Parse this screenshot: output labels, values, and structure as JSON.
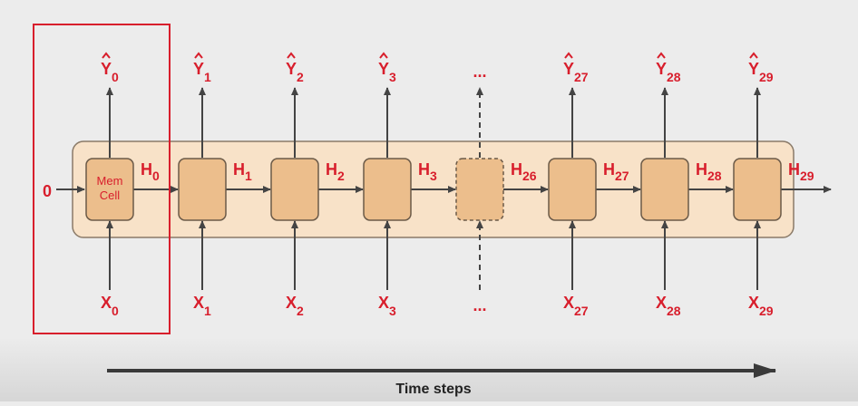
{
  "initial_state": "0",
  "cell_label": [
    "Mem",
    "Cell"
  ],
  "ellipsis": "...",
  "axis_label": "Time steps",
  "steps": [
    {
      "x": "X",
      "x_sub": "0",
      "y": "Y",
      "y_sub": "0",
      "h": "H",
      "h_sub": "0",
      "dashed": false
    },
    {
      "x": "X",
      "x_sub": "1",
      "y": "Y",
      "y_sub": "1",
      "h": "H",
      "h_sub": "1",
      "dashed": false
    },
    {
      "x": "X",
      "x_sub": "2",
      "y": "Y",
      "y_sub": "2",
      "h": "H",
      "h_sub": "2",
      "dashed": false
    },
    {
      "x": "X",
      "x_sub": "3",
      "y": "Y",
      "y_sub": "3",
      "h": "H",
      "h_sub": "3",
      "dashed": false
    },
    {
      "x": "...",
      "x_sub": "",
      "y": "...",
      "y_sub": "",
      "h": "H",
      "h_sub": "26",
      "dashed": true
    },
    {
      "x": "X",
      "x_sub": "27",
      "y": "Y",
      "y_sub": "27",
      "h": "H",
      "h_sub": "27",
      "dashed": false
    },
    {
      "x": "X",
      "x_sub": "28",
      "y": "Y",
      "y_sub": "28",
      "h": "H",
      "h_sub": "28",
      "dashed": false
    },
    {
      "x": "X",
      "x_sub": "29",
      "y": "Y",
      "y_sub": "29",
      "h": "H",
      "h_sub": "29",
      "dashed": false
    }
  ],
  "colors": {
    "label": "#d81e2c",
    "cell_fill": "#ecbe8c",
    "cell_stroke": "#6b5a48",
    "band_fill": "#f8e2c8",
    "band_stroke": "#8a7a68",
    "arrow": "#444444",
    "highlight": "#d81e2c",
    "background": "#ececec",
    "footer": "#3a3a3a"
  }
}
